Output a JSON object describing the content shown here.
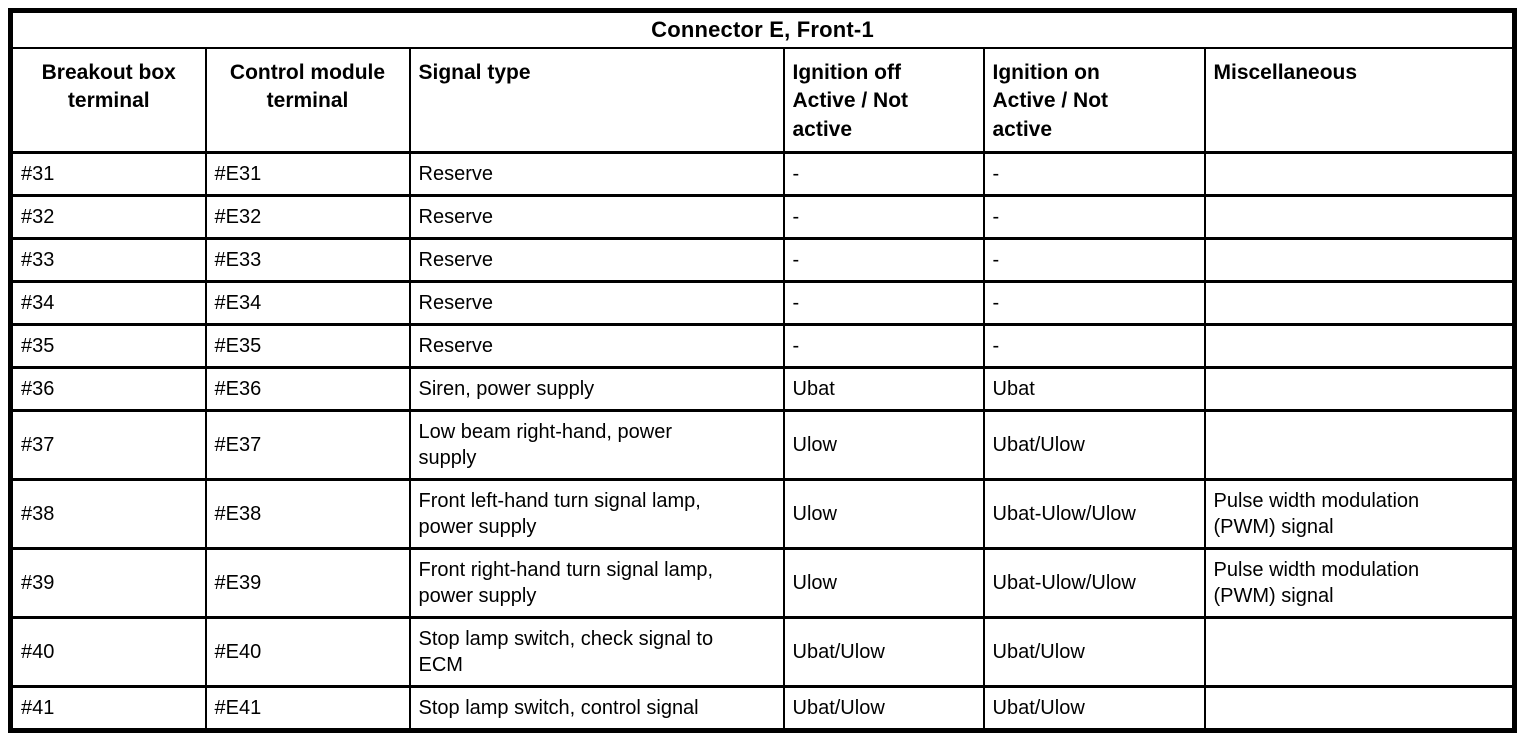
{
  "title": "Connector E, Front-1",
  "columns": [
    {
      "key": "breakout",
      "label": "Breakout box\nterminal"
    },
    {
      "key": "module",
      "label": "Control module\nterminal"
    },
    {
      "key": "signal",
      "label": "Signal type"
    },
    {
      "key": "ign_off",
      "label": "Ignition off\nActive / Not\nactive"
    },
    {
      "key": "ign_on",
      "label": "Ignition on\nActive / Not\nactive"
    },
    {
      "key": "misc",
      "label": "Miscellaneous"
    }
  ],
  "rows": [
    {
      "breakout": "#31",
      "module": "#E31",
      "signal": "Reserve",
      "ign_off": "-",
      "ign_on": "-",
      "misc": ""
    },
    {
      "breakout": "#32",
      "module": "#E32",
      "signal": "Reserve",
      "ign_off": "-",
      "ign_on": "-",
      "misc": ""
    },
    {
      "breakout": "#33",
      "module": "#E33",
      "signal": "Reserve",
      "ign_off": "-",
      "ign_on": "-",
      "misc": ""
    },
    {
      "breakout": "#34",
      "module": "#E34",
      "signal": "Reserve",
      "ign_off": "-",
      "ign_on": "-",
      "misc": ""
    },
    {
      "breakout": "#35",
      "module": "#E35",
      "signal": "Reserve",
      "ign_off": "-",
      "ign_on": "-",
      "misc": ""
    },
    {
      "breakout": "#36",
      "module": "#E36",
      "signal": "Siren, power supply",
      "ign_off": "Ubat",
      "ign_on": "Ubat",
      "misc": ""
    },
    {
      "breakout": "#37",
      "module": "#E37",
      "signal": "Low beam right-hand, power\nsupply",
      "ign_off": "Ulow",
      "ign_on": "Ubat/Ulow",
      "misc": ""
    },
    {
      "breakout": "#38",
      "module": "#E38",
      "signal": "Front left-hand turn signal lamp,\npower supply",
      "ign_off": "Ulow",
      "ign_on": "Ubat-Ulow/Ulow",
      "misc": "Pulse width modulation\n(PWM) signal"
    },
    {
      "breakout": "#39",
      "module": "#E39",
      "signal": "Front right-hand turn signal lamp,\npower supply",
      "ign_off": "Ulow",
      "ign_on": "Ubat-Ulow/Ulow",
      "misc": "Pulse width modulation\n(PWM) signal"
    },
    {
      "breakout": "#40",
      "module": "#E40",
      "signal": "Stop lamp switch, check signal to\nECM",
      "ign_off": "Ubat/Ulow",
      "ign_on": "Ubat/Ulow",
      "misc": ""
    },
    {
      "breakout": "#41",
      "module": "#E41",
      "signal": "Stop lamp switch, control signal",
      "ign_off": "Ubat/Ulow",
      "ign_on": "Ubat/Ulow",
      "misc": ""
    }
  ],
  "colors": {
    "text": "#000000",
    "border": "#000000",
    "background": "#ffffff"
  }
}
